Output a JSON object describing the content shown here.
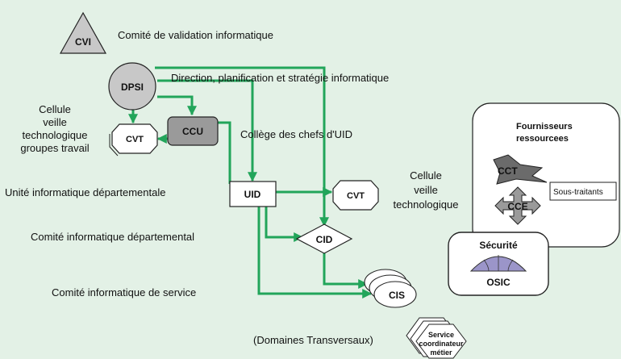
{
  "colors": {
    "background": "#e3f1e6",
    "connector": "#22a55a",
    "node_gray": "#c8c8c8",
    "node_dark": "#9a9a9a"
  },
  "nodes": {
    "cvi": "CVI",
    "dpsi": "DPSI",
    "ccu": "CCU",
    "cvt_left": "CVT",
    "cvt_right": "CVT",
    "uid": "UID",
    "cid": "CID",
    "cis": "CIS",
    "cct": "CCT",
    "cce": "CCE",
    "sous_traitants": "Sous-traitants",
    "securite": "Sécurité",
    "osic": "OSIC",
    "service_coord": [
      "Service",
      "coordinateur",
      "métier"
    ]
  },
  "labels": {
    "cvi": "Comité de validation informatique",
    "dpsi": "Direction, planification et stratégie informatique",
    "ccu": "Collège des chefs d'UID",
    "cvt_left": [
      "Cellule",
      "veille",
      "technologique",
      "groupes travail"
    ],
    "cvt_right": [
      "Cellule",
      "veille",
      "technologique"
    ],
    "uid": "Unité informatique départementale",
    "cid": "Comité informatique départemental",
    "cis": "Comité informatique de service",
    "transversaux": "(Domaines Transversaux)",
    "fournisseurs": [
      "Fournisseurs",
      "ressourcees"
    ]
  }
}
